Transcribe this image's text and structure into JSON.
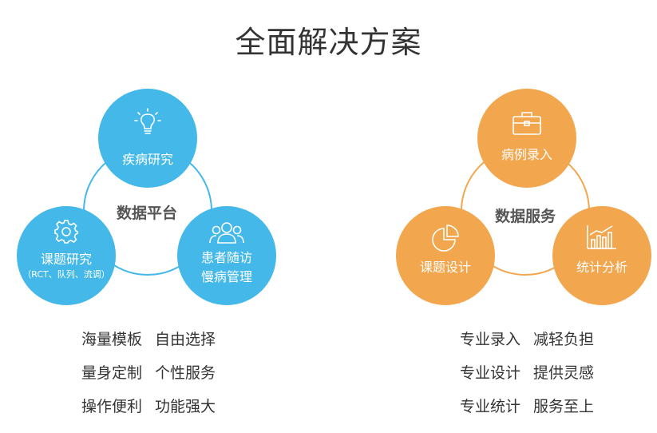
{
  "title": "全面解决方案",
  "left": {
    "center_label": "数据平台",
    "nodes": {
      "top": {
        "label": "疾病研究",
        "icon": "lightbulb-icon"
      },
      "left": {
        "label": "课题研究",
        "sub": "（RCT、队列、流调）",
        "icon": "gear-icon"
      },
      "right": {
        "line1": "患者随访",
        "line2": "慢病管理",
        "icon": "people-icon"
      }
    },
    "features": [
      [
        "海量模板",
        "自由选择"
      ],
      [
        "量身定制",
        "个性服务"
      ],
      [
        "操作便利",
        "功能强大"
      ]
    ],
    "color": "#44b8e8"
  },
  "right": {
    "center_label": "数据服务",
    "nodes": {
      "top": {
        "label": "病例录入",
        "icon": "briefcase-icon"
      },
      "left": {
        "label": "课题设计",
        "icon": "pie-chart-icon"
      },
      "right": {
        "label": "统计分析",
        "icon": "bar-chart-icon"
      }
    },
    "features": [
      [
        "专业录入",
        "减轻负担"
      ],
      [
        "专业设计",
        "提供灵感"
      ],
      [
        "专业统计",
        "服务至上"
      ]
    ],
    "color": "#f2a64d"
  }
}
